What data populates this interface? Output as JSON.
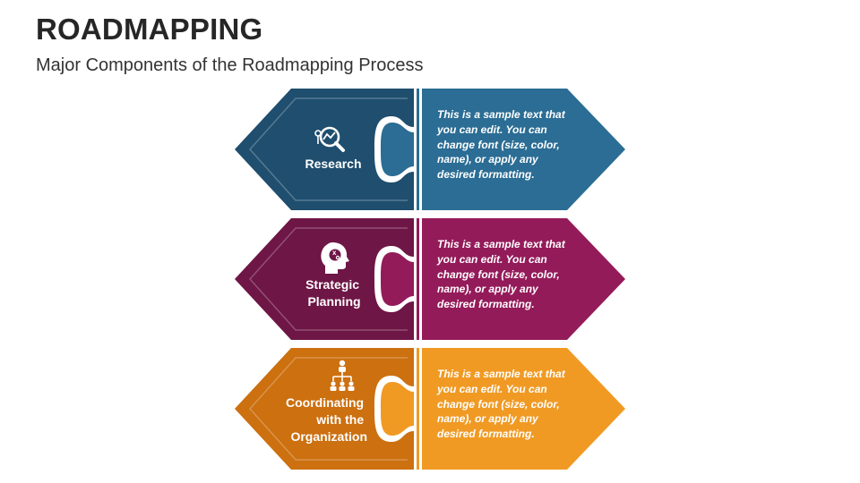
{
  "title": "ROADMAPPING",
  "subtitle": "Major Components of the Roadmapping Process",
  "rows": [
    {
      "label_lines": [
        "Research"
      ],
      "icon": "research-magnifier-icon",
      "desc_lines": [
        "This is a sample text that",
        "you can edit. You can",
        "change font (size, color,",
        "name), or apply any",
        "desired formatting."
      ],
      "left_color": "#1F4E6E",
      "right_color": "#2B6D94"
    },
    {
      "label_lines": [
        "Strategic",
        "Planning"
      ],
      "icon": "strategic-head-icon",
      "desc_lines": [
        "This is a sample text that",
        "you can edit. You can",
        "change font (size, color,",
        "name), or apply any",
        "desired formatting."
      ],
      "left_color": "#6E1646",
      "right_color": "#941B5A"
    },
    {
      "label_lines": [
        "Coordinating",
        "with the",
        "Organization"
      ],
      "icon": "org-hierarchy-icon",
      "desc_lines": [
        "This is a sample text that",
        "you can edit. You can",
        "change font (size, color,",
        "name), or apply any",
        "desired formatting."
      ],
      "left_color": "#CC7010",
      "right_color": "#F09A24"
    }
  ]
}
